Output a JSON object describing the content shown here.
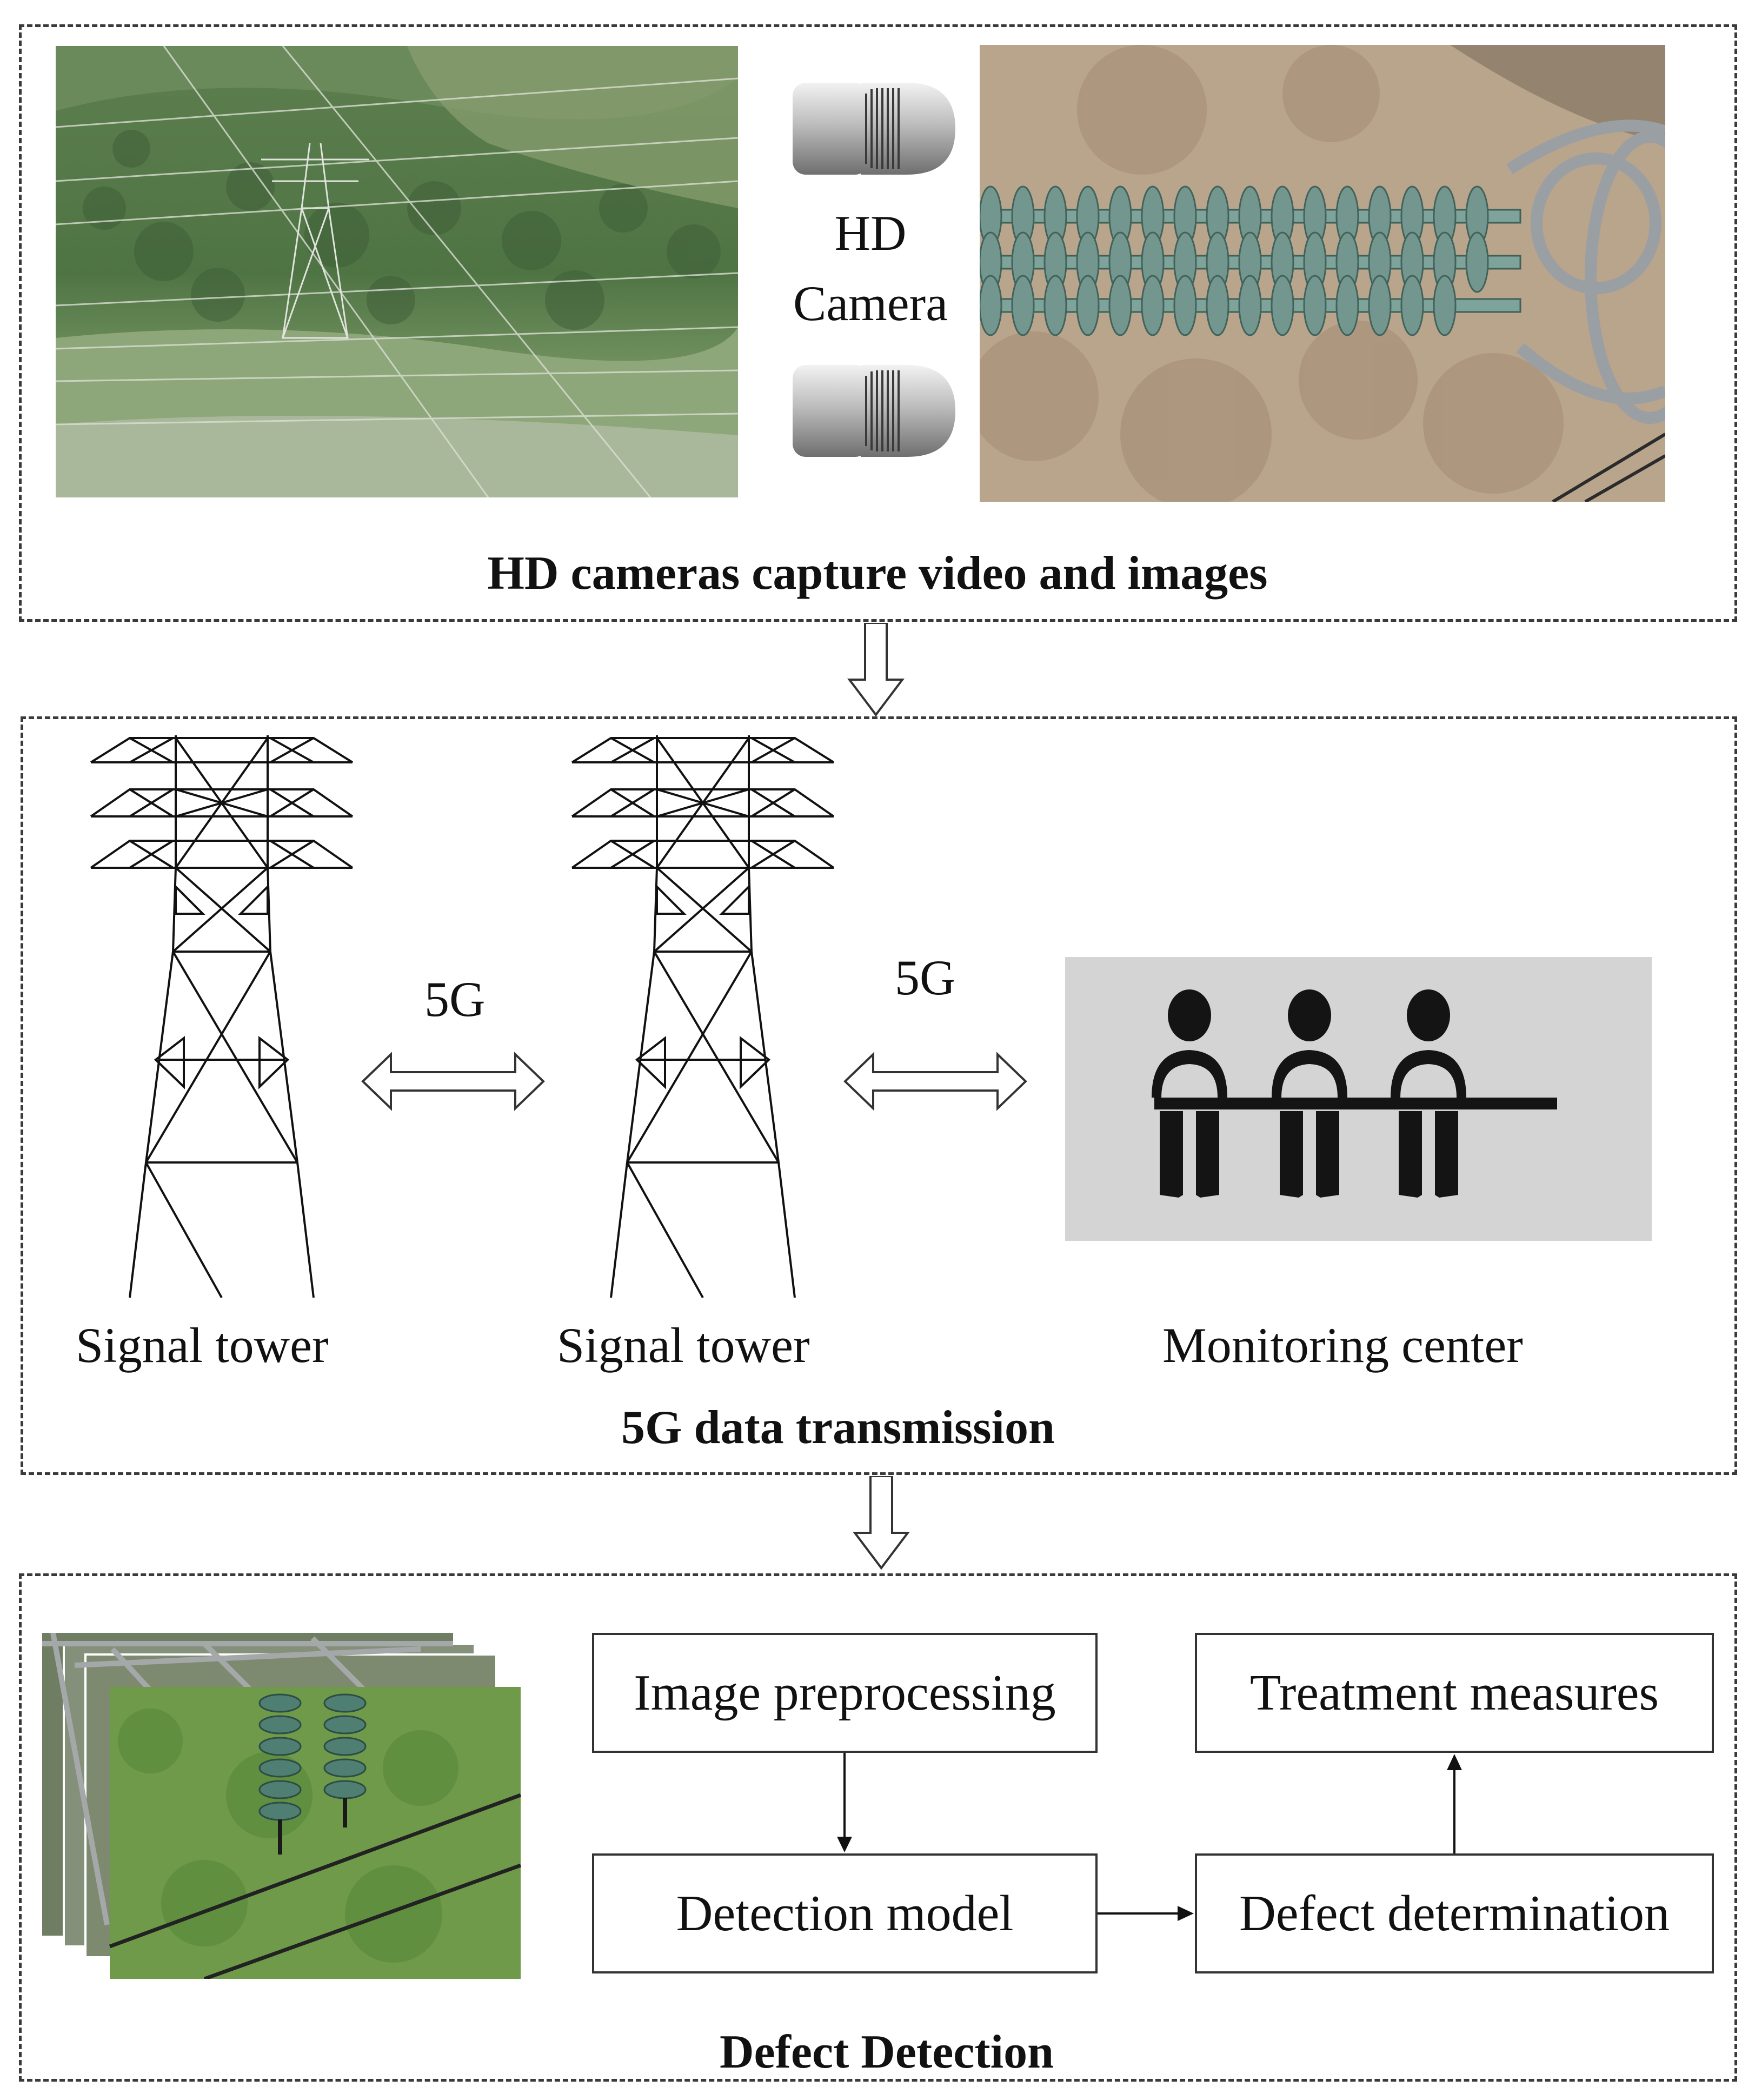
{
  "section1": {
    "caption": "HD cameras capture video and images",
    "camera_label_line1": "HD",
    "camera_label_line2": "Camera",
    "icons": [
      "camera-icon",
      "camera-icon"
    ]
  },
  "section2": {
    "caption": "5G data transmission",
    "tower1_label": "Signal tower",
    "tower2_label": "Signal tower",
    "center_label": "Monitoring center",
    "link1_label": "5G",
    "link2_label": "5G",
    "center_bg": "#d4d4d4"
  },
  "section3": {
    "caption": "Defect Detection",
    "box_preprocessing": "Image preprocessing",
    "box_model": "Detection model",
    "box_determination": "Defect determination",
    "box_treatment": "Treatment measures"
  }
}
